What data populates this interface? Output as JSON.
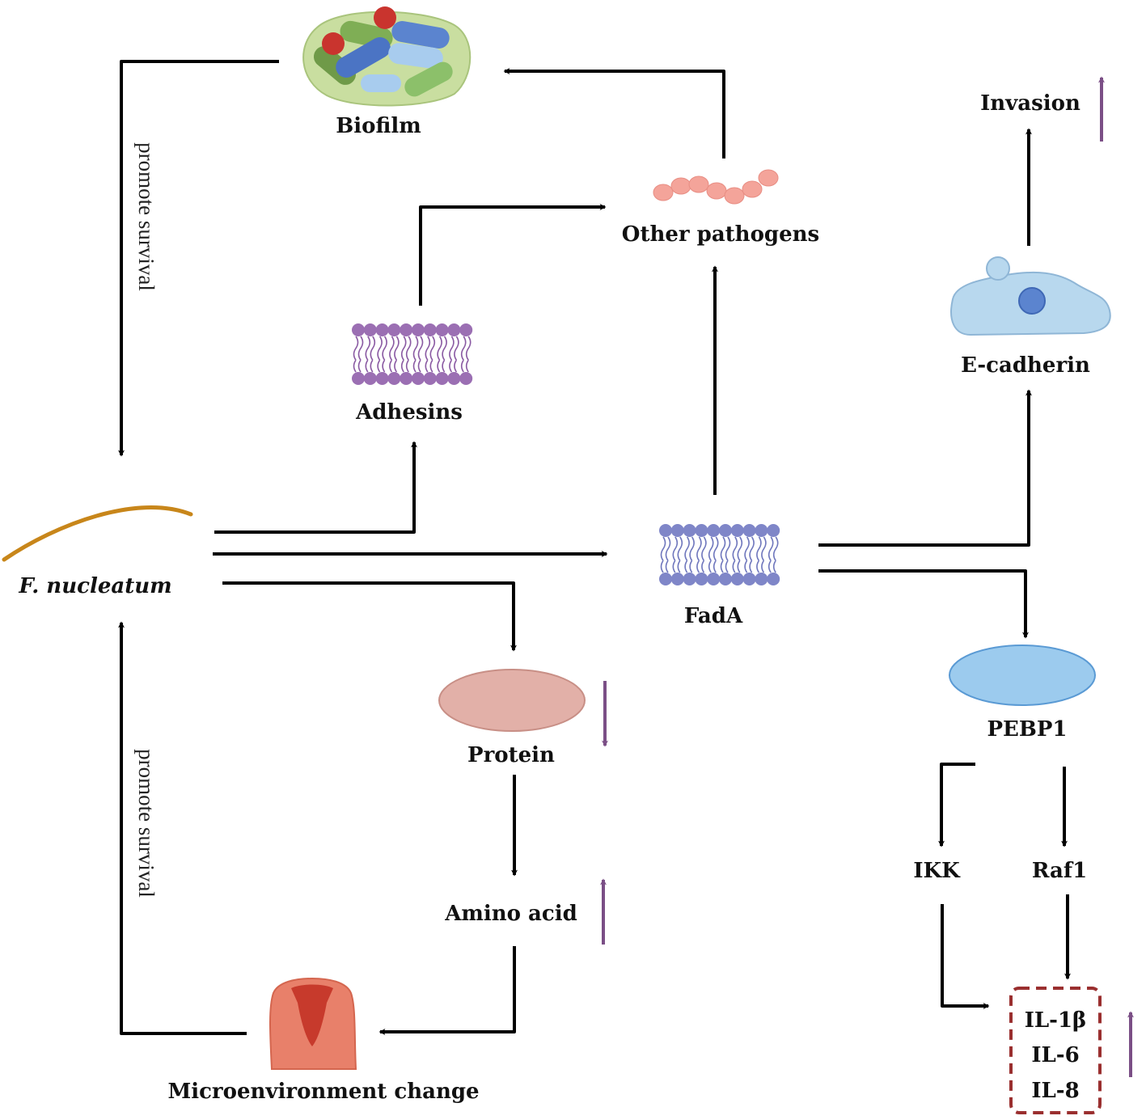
{
  "labels": {
    "biofilm": "Biofilm",
    "other_pathogens": "Other pathogens",
    "invasion": "Invasion",
    "adhesins": "Adhesins",
    "e_cadherin": "E-cadherin",
    "f_nucleatum": "F. nucleatum",
    "fada": "FadA",
    "protein": "Protein",
    "pebp1": "PEBP1",
    "amino_acid": "Amino acid",
    "ikk": "IKK",
    "raf1": "Raf1",
    "microenvironment": "Microenvironment change",
    "promote_survival_top": "promote survival",
    "promote_survival_bottom": "promote survival"
  },
  "cytokines": [
    "IL-1β",
    "IL-6",
    "IL-8"
  ],
  "colors": {
    "arrow": "#000000",
    "trend_arrow": "#7b4f86",
    "bacterium": "#c8861a",
    "membrane_head": "#9b6fb3",
    "fada_head": "#7f86c8",
    "pathogen": "#f4a49a",
    "protein": "#e2b0a8",
    "pebp1": "#9ccbee",
    "cell": "#b8d8ee",
    "tissue": "#e8806a",
    "cytokine_box": "#9a2f2f"
  }
}
